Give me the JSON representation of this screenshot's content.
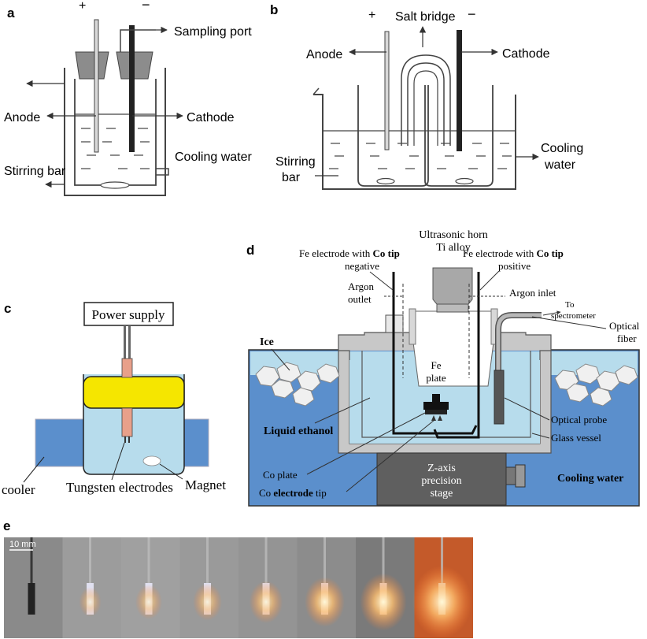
{
  "panel_a": {
    "label": "a",
    "plus": "+",
    "minus": "−",
    "sampling_port": "Sampling port",
    "anode": "Anode",
    "cathode": "Cathode",
    "cooling_water": "Cooling water",
    "stirring_bar": "Stirring bar"
  },
  "panel_b": {
    "label": "b",
    "plus": "+",
    "minus": "−",
    "salt_bridge": "Salt bridge",
    "anode": "Anode",
    "cathode": "Cathode",
    "cooling": "Cooling",
    "water": "water",
    "stirring": "Stirring",
    "bar": "bar"
  },
  "panel_c": {
    "label": "c",
    "power_supply": "Power supply",
    "cooler": "cooler",
    "tungsten_electrodes": "Tungsten electrodes",
    "magnet": "Magnet"
  },
  "panel_d": {
    "label": "d",
    "ultrasonic_horn": "Ultrasonic horn",
    "ti_alloy": "Ti alloy",
    "fe_neg_1": "Fe electrode with ",
    "fe_neg_co": "Co tip",
    "fe_neg_2": "negative",
    "fe_pos_1": "Fe electrode with ",
    "fe_pos_co": "Co tip",
    "fe_pos_2": "positive",
    "argon": "Argon",
    "outlet": "outlet",
    "argon_inlet": "Argon inlet",
    "to": "To",
    "spectrometer": "spectrometer",
    "optical": "Optical",
    "fiber": "fiber",
    "ice": "Ice",
    "fe": "Fe",
    "plate": "plate",
    "liquid_ethanol": "Liquid ethanol",
    "optical_probe": "Optical probe",
    "glass_vessel": "Glass vessel",
    "co_plate": "Co plate",
    "co_tip_pre": "Co ",
    "co_tip_bold": "electrode",
    "co_tip_post": " tip",
    "stage_1": "Z-axis",
    "stage_2": "precision",
    "stage_3": "stage",
    "cooling_water": "Cooling water"
  },
  "panel_e": {
    "label": "e",
    "scale": "10 mm",
    "frame_colors": [
      "#8a8a8a",
      "#9c9c9c",
      "#a0a0a0",
      "#9a9a9a",
      "#949494",
      "#8c8c8c",
      "#7a7a7a",
      "#c45a2a"
    ],
    "glow_levels": [
      0,
      0.15,
      0.25,
      0.3,
      0.4,
      0.55,
      0.7,
      1.0
    ]
  },
  "colors": {
    "water_blue": "#b7dcec",
    "tank_blue": "#5b8fcc",
    "yellow_cap": "#f5e600",
    "electrode_pink": "#e8a08a",
    "stage_gray": "#5f5f5f",
    "housing_gray": "#c8c8c8"
  }
}
